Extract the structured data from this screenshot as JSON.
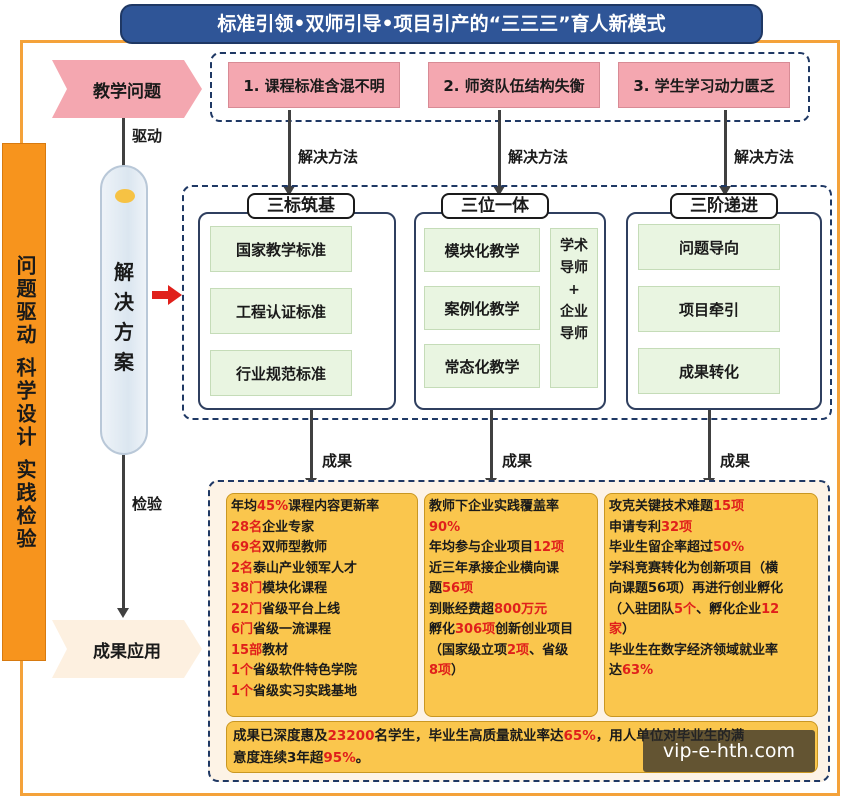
{
  "title": "标准引领•双师引导•项目引产的“三三三”育人新模式",
  "side_label": "问题驱动 科学设计 实践检验",
  "flow": {
    "problem": "教学问题",
    "drive": "驱动",
    "solution": "解决方案",
    "check": "检验",
    "apply": "成果应用"
  },
  "problems": [
    "1. 课程标准含混不明",
    "2. 师资队伍结构失衡",
    "3. 学生学习动力匮乏"
  ],
  "method_label": "解决方法",
  "result_label": "成果",
  "groups": [
    {
      "title": "三标筑基",
      "items": [
        "国家教学标准",
        "工程认证标准",
        "行业规范标准"
      ]
    },
    {
      "title": "三位一体",
      "items": [
        "模块化教学",
        "案例化教学",
        "常态化教学"
      ],
      "mentor": [
        "学术",
        "导师",
        "+",
        "企业",
        "导师"
      ]
    },
    {
      "title": "三阶递进",
      "items": [
        "问题导向",
        "项目牵引",
        "成果转化"
      ]
    }
  ],
  "results": {
    "col1": [
      [
        "年均",
        "45%",
        "课程内容更新率"
      ],
      [
        "",
        "28名",
        "企业专家"
      ],
      [
        "",
        "69名",
        "双师型教师"
      ],
      [
        "",
        "2名",
        "泰山产业领军人才"
      ],
      [
        "",
        "38门",
        "模块化课程"
      ],
      [
        "",
        "22门",
        "省级平台上线"
      ],
      [
        "",
        "6门",
        "省级一流课程"
      ],
      [
        "",
        "15部",
        "教材"
      ],
      [
        "",
        "1个",
        "省级软件特色学院"
      ],
      [
        "",
        "1个",
        "省级实习实践基地"
      ]
    ],
    "col2": [
      [
        "教师下企业实践覆盖率",
        "",
        ""
      ],
      [
        "",
        "90%",
        ""
      ],
      [
        "年均参与企业项目",
        "12项",
        ""
      ],
      [
        "近三年承接企业横向课",
        "",
        ""
      ],
      [
        "题",
        "56项",
        ""
      ],
      [
        "到账经费超",
        "800万元",
        ""
      ],
      [
        "孵化",
        "306项",
        "创新创业项目"
      ],
      [
        "（国家级立项",
        "2项",
        "、省级"
      ],
      [
        "",
        "8项",
        "）"
      ]
    ],
    "col3": [
      [
        "攻克关键技术难题",
        "15项",
        ""
      ],
      [
        "申请专利",
        "32项",
        ""
      ],
      [
        "毕业生留企率超过",
        "50%",
        ""
      ],
      [
        "学科竞赛转化为创新项目（横",
        "",
        ""
      ],
      [
        "向课题56项）再进行创业孵化",
        "",
        ""
      ],
      [
        "（入驻团队",
        "5个",
        "、孵化企业",
        "12"
      ],
      [
        "",
        "家",
        "）"
      ],
      [
        "毕业生在数字经济领域就业率",
        "",
        ""
      ],
      [
        "达",
        "63%",
        ""
      ]
    ],
    "summary_a": [
      "成果已深度惠及",
      "23200",
      "名学生，毕业生高质量就业率达",
      "65%",
      "，用人单位对毕业生的满"
    ],
    "summary_b": [
      "意度连续3年超",
      "95%",
      "。"
    ]
  },
  "watermark": "vip-e-hth.com",
  "colors": {
    "title_bg": "#2f5597",
    "side": "#f7941d",
    "problem": "#f4a7b0",
    "item": "#e9f5e1",
    "result": "#fac64d",
    "highlight": "#e0201b"
  }
}
